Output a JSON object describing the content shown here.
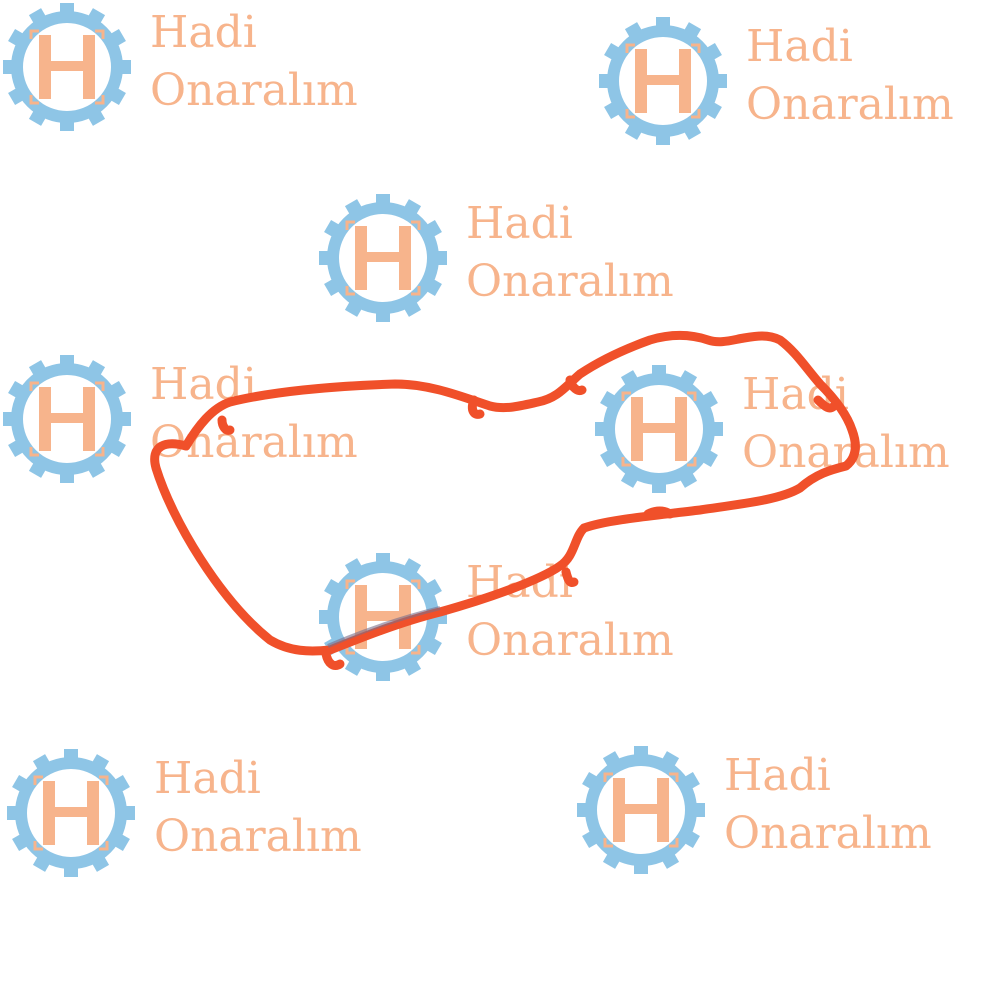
{
  "watermark": {
    "line1": "Hadi",
    "line2": "Onaralım",
    "icon": "gear-h-logo-icon",
    "gear_color": "#8ec5e6",
    "h_color": "#f7b48c",
    "text_color": "#f7b48c"
  },
  "product": {
    "icon": "valve-cover-gasket",
    "color": "#f0502a"
  }
}
